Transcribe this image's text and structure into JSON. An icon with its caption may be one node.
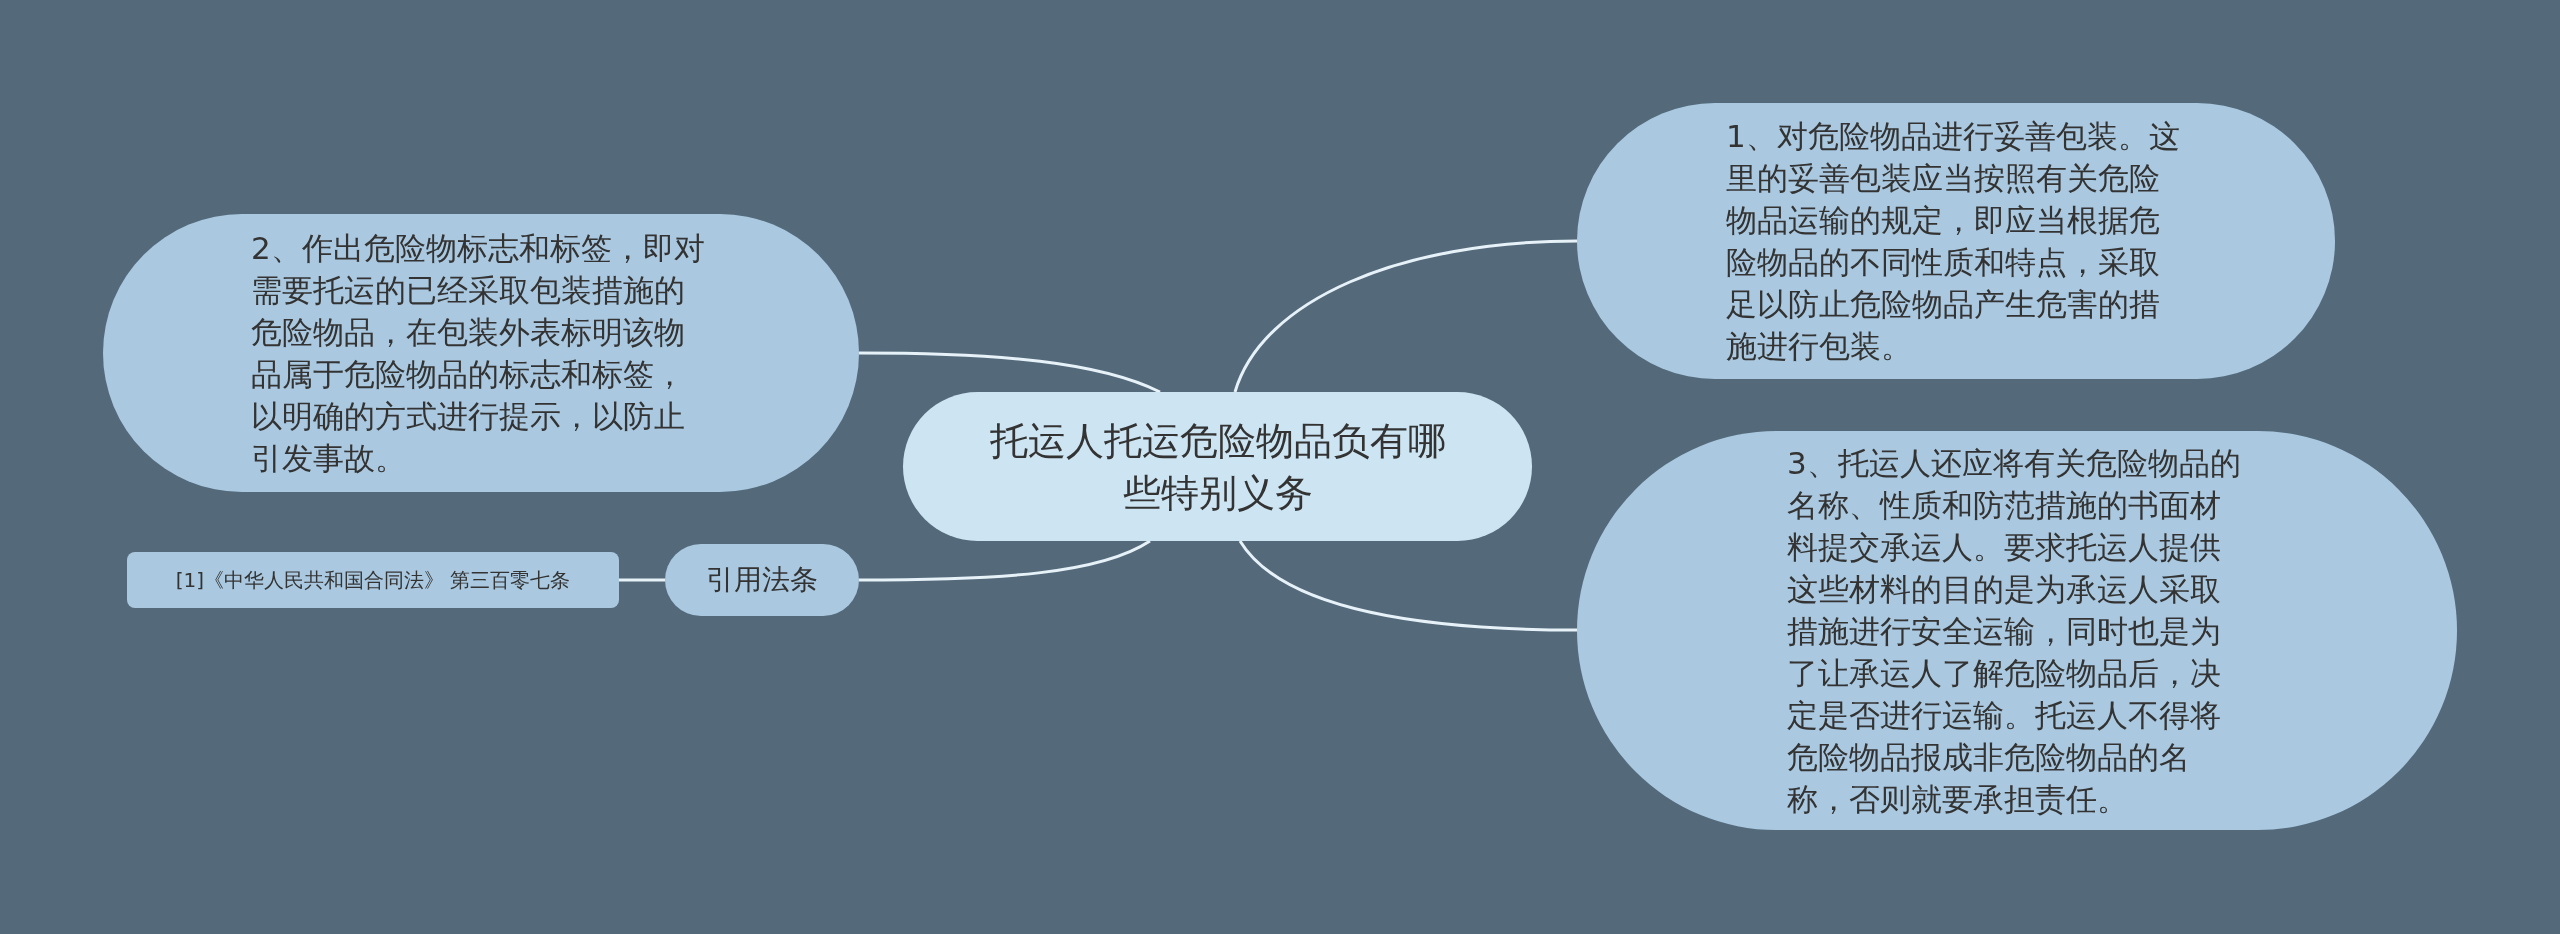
{
  "diagram": {
    "nodes": [
      {
        "text": [
          "托运人托运危险物品负有哪些特别义务"
        ]
      },
      {
        "text": [
          "1、对危险物品进行妥善包装。这里的妥善包装应当按照有关危险物品运输的规定，即应当根据危险物品的不同性质和特点，采取足以防止危险物品产生危害的措施进行包装。"
        ]
      },
      {
        "text": [
          "2、作出危险物标志和标签，即对需要托运的已经采取包装措施的危险物品，在包装外表标明该物品属于危险物品的标志和标签，以明确的方式进行提示，以防止引发事故。"
        ]
      },
      {
        "text": [
          "3、托运人还应将有关危险物品的名称、性质和防范措施的书面材料提交承运人。要求托运人提供这些材料的目的是为承运人采取措施进行安全运输，同时也是为了让承运人了解危险物品后，决定是否进行运输。托运人不得将危险物品报成非危险物品的名称，否则就要承担责任。"
        ]
      },
      {
        "text": [
          "引用法条"
        ]
      },
      {
        "text": [
          "[1]《中华人民共和国合同法》 第三百零七条"
        ]
      }
    ],
    "edges": [
      {
        "from": 0,
        "to": 1,
        "arrow": "none"
      },
      {
        "from": 0,
        "to": 2,
        "arrow": "none"
      },
      {
        "from": 0,
        "to": 3,
        "arrow": "none"
      },
      {
        "from": 0,
        "to": 4,
        "arrow": "none"
      },
      {
        "from": 4,
        "to": 5,
        "arrow": "none"
      }
    ]
  }
}
